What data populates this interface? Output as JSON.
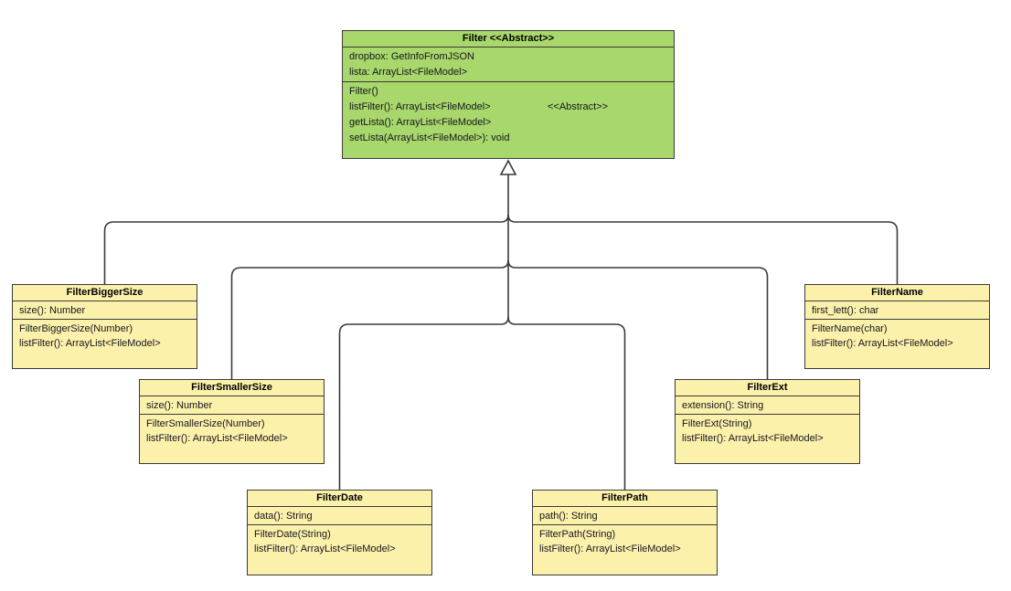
{
  "colors": {
    "abstract_fill": "#a8d76b",
    "concrete_fill": "#fcf1ab",
    "stroke": "#3a3a3a",
    "text": "#15151f"
  },
  "classes": [
    {
      "title": "Filter <<Abstract>>",
      "stereotype": "Abstract",
      "attributes": [
        "dropbox: GetInfoFromJSON",
        "lista: ArrayList<FileModel>"
      ],
      "methods": [
        "Filter()",
        "listFilter(): ArrayList<FileModel>",
        "getLista(): ArrayList<FileModel>",
        "setLista(ArrayList<FileModel>): void"
      ],
      "annotation": "<<Abstract>>"
    },
    {
      "title": "FilterBiggerSize",
      "attributes": [
        "size(): Number"
      ],
      "methods": [
        "FilterBiggerSize(Number)",
        "listFilter(): ArrayList<FileModel>"
      ]
    },
    {
      "title": "FilterSmallerSize",
      "attributes": [
        "size(): Number"
      ],
      "methods": [
        "FilterSmallerSize(Number)",
        "listFilter(): ArrayList<FileModel>"
      ]
    },
    {
      "title": "FilterDate",
      "attributes": [
        "data(): String"
      ],
      "methods": [
        "FilterDate(String)",
        "listFilter(): ArrayList<FileModel>"
      ]
    },
    {
      "title": "FilterPath",
      "attributes": [
        "path(): String"
      ],
      "methods": [
        "FilterPath(String)",
        "listFilter(): ArrayList<FileModel>"
      ]
    },
    {
      "title": "FilterExt",
      "attributes": [
        "extension(): String"
      ],
      "methods": [
        "FilterExt(String)",
        "listFilter(): ArrayList<FileModel>"
      ]
    },
    {
      "title": "FilterName",
      "attributes": [
        "first_lett(): char"
      ],
      "methods": [
        "FilterName(char)",
        "listFilter(): ArrayList<FileModel>"
      ]
    }
  ],
  "edges": [
    {
      "from": "FilterBiggerSize",
      "to": "Filter",
      "type": "generalization"
    },
    {
      "from": "FilterSmallerSize",
      "to": "Filter",
      "type": "generalization"
    },
    {
      "from": "FilterDate",
      "to": "Filter",
      "type": "generalization"
    },
    {
      "from": "FilterPath",
      "to": "Filter",
      "type": "generalization"
    },
    {
      "from": "FilterExt",
      "to": "Filter",
      "type": "generalization"
    },
    {
      "from": "FilterName",
      "to": "Filter",
      "type": "generalization"
    }
  ]
}
